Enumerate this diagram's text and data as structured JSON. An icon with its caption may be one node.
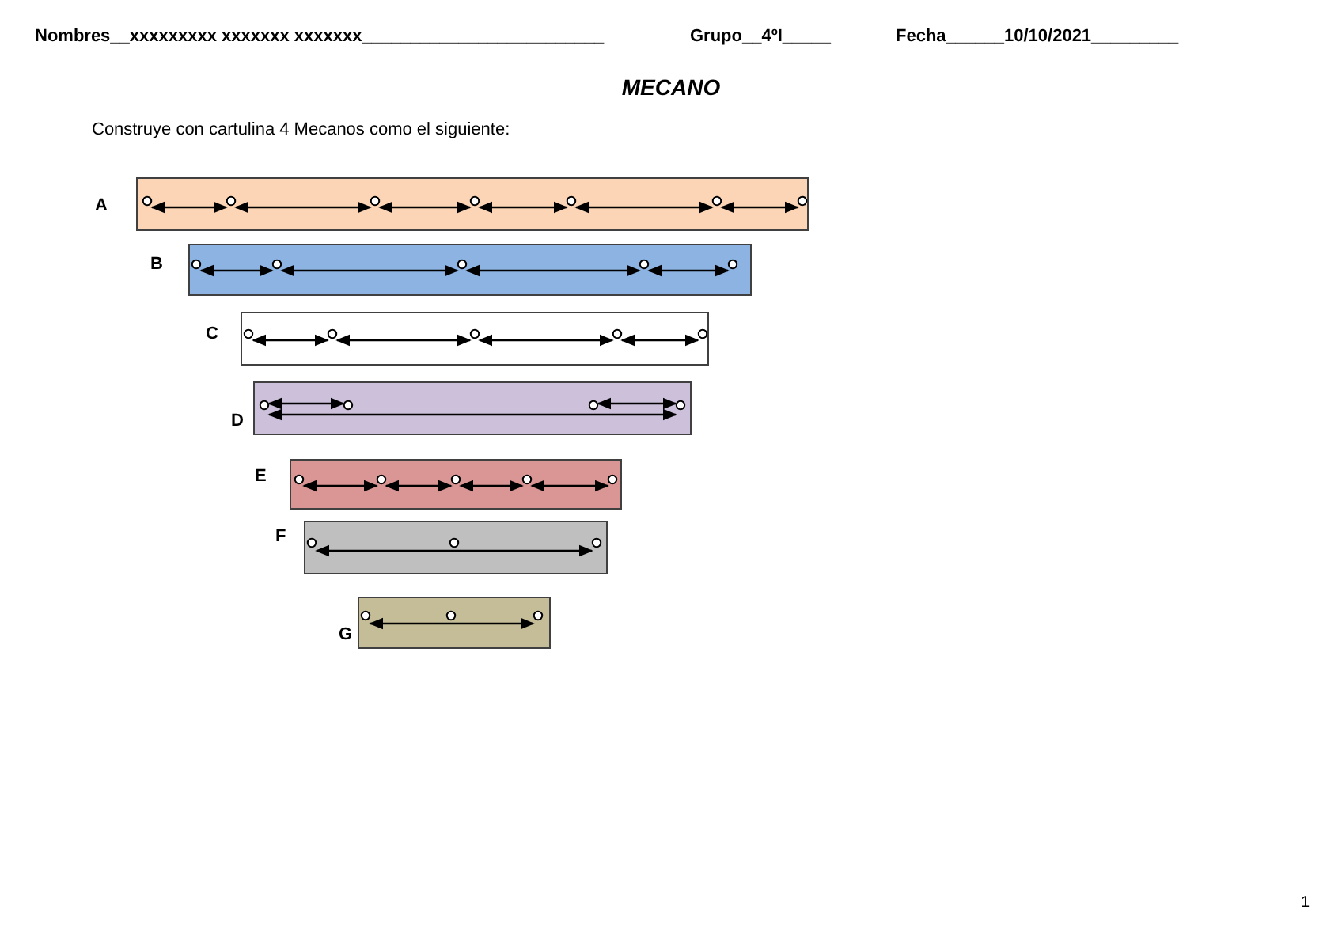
{
  "diagram": {
    "title": "MECANO",
    "nodes": [
      {
        "text": [],
        "shape": "bar",
        "beside": [
          "A"
        ]
      },
      {
        "text": [],
        "shape": "bar",
        "beside": [
          "B"
        ]
      },
      {
        "text": [],
        "shape": "bar",
        "beside": [
          "C"
        ]
      },
      {
        "text": [],
        "shape": "bar",
        "beside": [
          "D"
        ]
      },
      {
        "text": [],
        "shape": "bar",
        "beside": [
          "E"
        ]
      },
      {
        "text": [],
        "shape": "bar",
        "beside": [
          "F"
        ]
      },
      {
        "text": [],
        "shape": "bar",
        "beside": [
          "G"
        ]
      }
    ],
    "labels": [
      "Nombres__xxxxxxxxx xxxxxxx xxxxxxx_________________________",
      "Grupo__4ºI_____",
      "Fecha______10/10/2021_________",
      "Construye con cartulina 4 Mecanos como el siguiente:",
      "1"
    ]
  }
}
